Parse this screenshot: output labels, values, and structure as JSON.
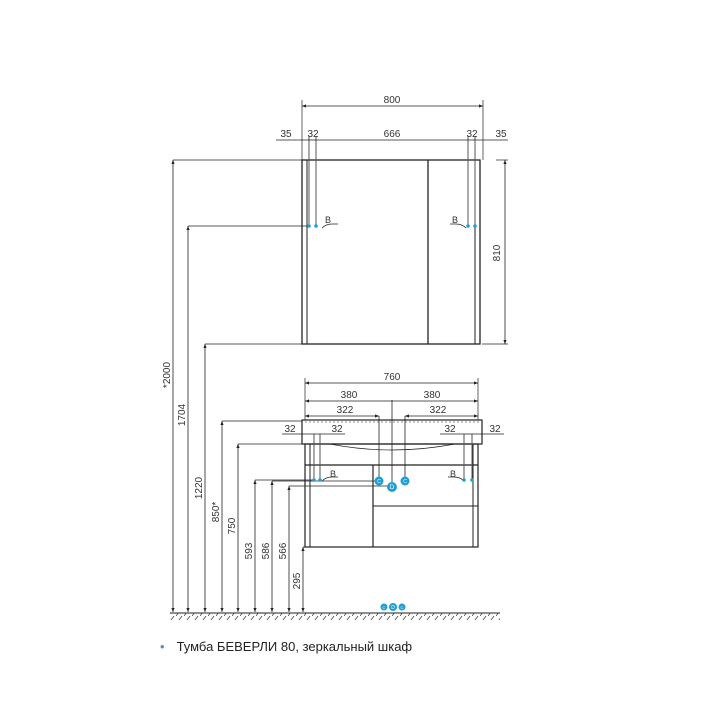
{
  "mirror": {
    "width": "800",
    "side_left": "35",
    "gap_left": "32",
    "inner": "666",
    "gap_right": "32",
    "side_right": "35",
    "height": "810",
    "marker_left": "B",
    "marker_right": "B"
  },
  "vanity": {
    "width": "760",
    "half_left": "380",
    "half_right": "380",
    "inner_left": "322",
    "inner_right": "322",
    "g1": "32",
    "g2": "32",
    "g3": "32",
    "g4": "32",
    "marker_left": "B",
    "marker_right": "B",
    "c1": "C",
    "d": "D",
    "c2": "C",
    "floor_marks": [
      "C",
      "D",
      "C"
    ]
  },
  "heights": {
    "h2000": "*2000",
    "h1704": "1704",
    "h1220": "1220",
    "h850": "850*",
    "h750": "750",
    "h593": "593",
    "h586": "586",
    "h566": "566",
    "h295": "295"
  },
  "caption": {
    "bullet": "•",
    "text": "Тумба БЕВЕРЛИ 80, зеркальный шкаф"
  },
  "colors": {
    "line": "#222222",
    "marker": "#1ea0d0"
  }
}
